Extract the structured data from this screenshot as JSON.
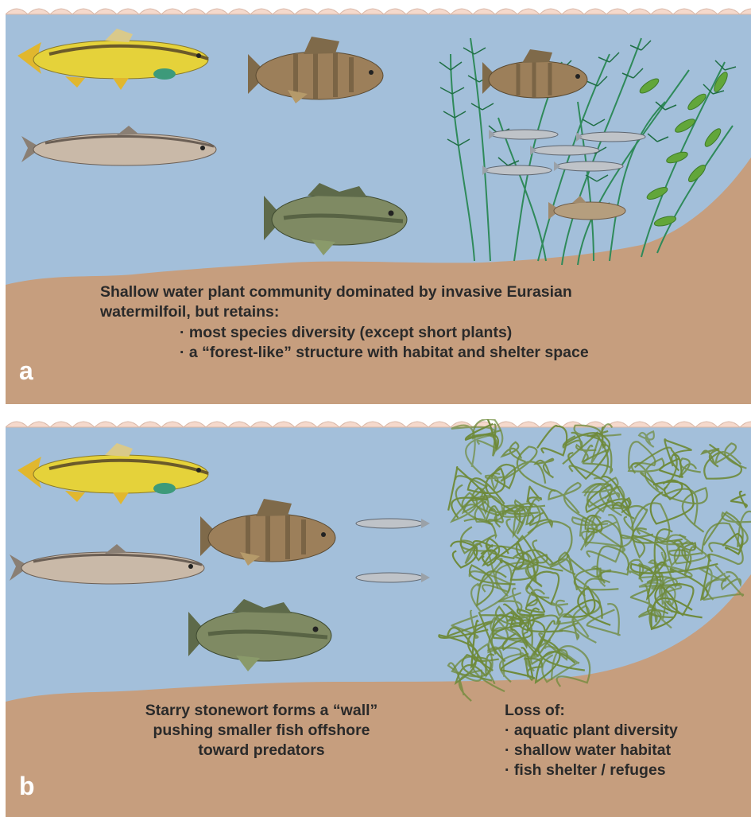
{
  "panels": [
    {
      "letter": "a",
      "caption_line1": "Shallow water plant community dominated by invasive Eurasian",
      "caption_line2": "watermilfoil, but retains:",
      "bullets": [
        "· most species diversity (except short plants)",
        "· a “forest-like” structure with habitat and shelter space"
      ]
    },
    {
      "letter": "b",
      "left_caption": [
        "Starry stonewort forms a “wall”",
        "pushing smaller fish offshore",
        "toward predators"
      ],
      "right_caption": [
        "Loss of:",
        "· aquatic plant diversity",
        "· shallow water habitat",
        "· fish shelter / refuges"
      ]
    }
  ],
  "colors": {
    "water": "#a3bfda",
    "sediment": "#c69e7e",
    "wave": "#f5d9cc",
    "sky": "#ffffff",
    "plant": "#2f8a5a",
    "algae": "#6e8a3a",
    "trout_body": "#e5d23a",
    "perch_body": "#9c7f5a",
    "bass_body": "#7f8a63",
    "whitefish_body": "#c9b9a8",
    "minnow_body": "#bfc3c8"
  },
  "icons": [
    "brown-trout-icon",
    "yellow-perch-icon",
    "whitefish-icon",
    "largemouth-bass-icon",
    "minnow-icon",
    "bullhead-icon",
    "watermilfoil-icon",
    "starry-stonewort-icon"
  ]
}
